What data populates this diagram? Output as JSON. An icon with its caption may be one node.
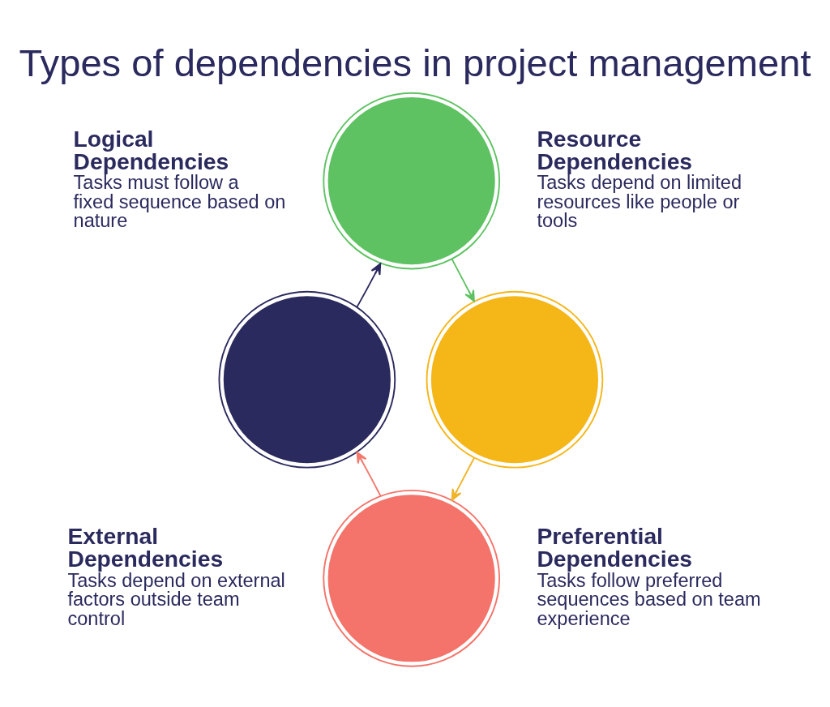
{
  "diagram": {
    "title": "Types of dependencies in project management",
    "nodes": [
      {
        "text": [],
        "shape": "circle",
        "beside": [
          "Logical Dependencies",
          "Tasks must follow a fixed sequence based on nature"
        ]
      },
      {
        "text": [],
        "shape": "circle",
        "beside": [
          "Resource Dependencies",
          "Tasks depend on limited resources like people or tools"
        ]
      },
      {
        "text": [],
        "shape": "circle",
        "beside": [
          "Preferential Dependencies",
          "Tasks follow preferred sequences based on team experience"
        ]
      },
      {
        "text": [],
        "shape": "circle",
        "beside": [
          "External Dependencies",
          "Tasks depend on external factors outside team control"
        ]
      }
    ],
    "edges": [
      {
        "from": 0,
        "to": 1,
        "arrow": "to",
        "color": "#2b2a5e"
      },
      {
        "from": 1,
        "to": 2,
        "arrow": "to",
        "color": "#5ec262"
      },
      {
        "from": 2,
        "to": 3,
        "arrow": "to",
        "color": "#f0b429"
      },
      {
        "from": 3,
        "to": 0,
        "arrow": "to",
        "color": "#f37a6e"
      }
    ]
  }
}
